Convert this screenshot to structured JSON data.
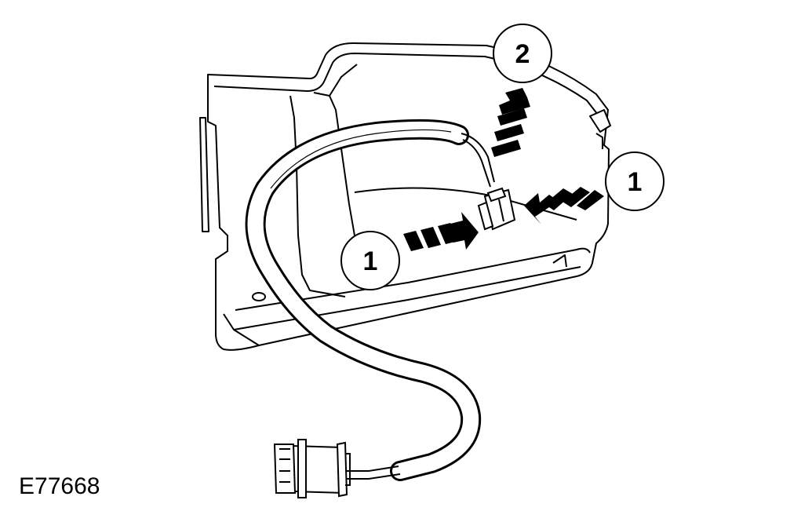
{
  "figure": {
    "id_label": "E77668"
  },
  "callouts": [
    {
      "label": "1"
    },
    {
      "label": "1"
    },
    {
      "label": "2"
    }
  ],
  "colors": {
    "line": "#000000",
    "fill": "#ffffff",
    "arrow": "#000000"
  }
}
